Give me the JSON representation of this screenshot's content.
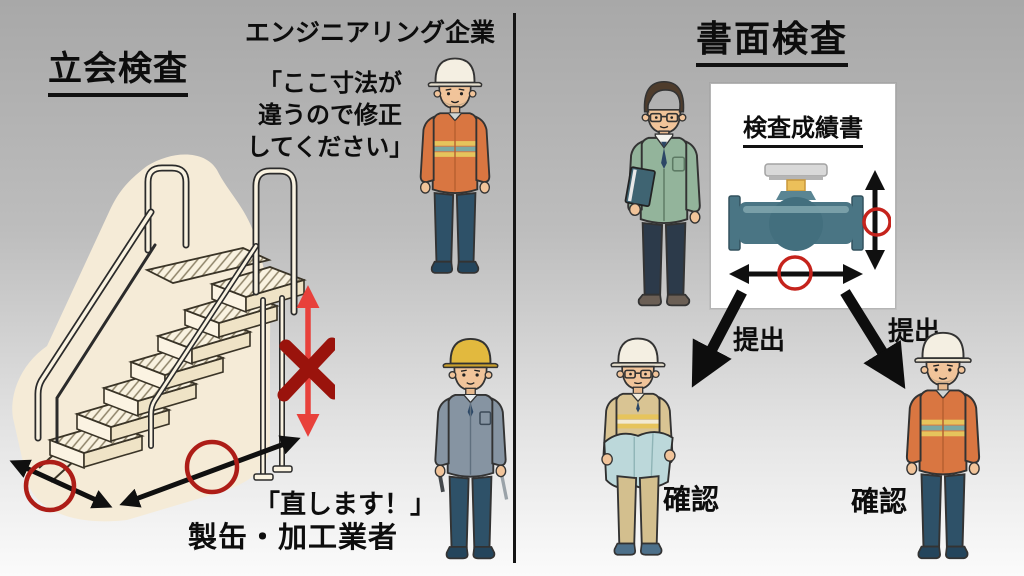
{
  "left_panel": {
    "title": "立会検査",
    "engineer_label": "エンジニアリング企業",
    "engineer_speech": [
      "「ここ寸法が",
      "違うので修正",
      "してください」"
    ],
    "fabricator_reply": "「直します！」",
    "fabricator_label": "製缶・加工業者"
  },
  "right_panel": {
    "title": "書面検査",
    "report": {
      "title": "検査成績書"
    },
    "submit_labels": [
      "提出",
      "提出"
    ],
    "confirm_labels": [
      "確認",
      "確認"
    ]
  },
  "colors": {
    "background_top": "#a8a8a8",
    "background_bottom": "#fbfbfb",
    "divider": "#141414",
    "text": "#0d0d0d",
    "red_dimension_arrow": "#e8413b",
    "dark_red_x_mark": "#9a130c",
    "red_circle": "#ad1d17",
    "black_arrow": "#101010",
    "valve_body": "#4a7584",
    "stairs_paper": "#f5ebd7",
    "report_panel": "#ffffff"
  }
}
